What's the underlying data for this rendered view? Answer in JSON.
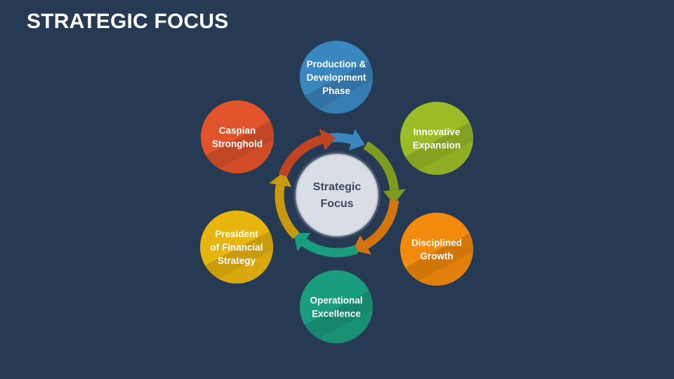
{
  "title": "STRATEGIC FOCUS",
  "center": {
    "label_lines": [
      "Strategic",
      "Focus"
    ],
    "color": "#d9dde5"
  },
  "nodes": [
    {
      "id": "production-development-phase",
      "label_lines": [
        "Production &",
        "Development",
        "Phase"
      ],
      "color": "#3a86bf"
    },
    {
      "id": "innovative-expansion",
      "label_lines": [
        "Innovative",
        "Expansion"
      ],
      "color": "#9bbb27"
    },
    {
      "id": "disciplined-growth",
      "label_lines": [
        "Disciplined",
        "Growth"
      ],
      "color": "#f28a0d"
    },
    {
      "id": "operational-excellence",
      "label_lines": [
        "Operational",
        "Excellence"
      ],
      "color": "#1a9c7e"
    },
    {
      "id": "president-of-financial-strategy",
      "label_lines": [
        "President",
        "of Financial",
        "Strategy"
      ],
      "color": "#e8b50f"
    },
    {
      "id": "caspian-stronghold",
      "label_lines": [
        "Caspian",
        "Stronghold"
      ],
      "color": "#e0532b"
    }
  ],
  "arrow_colors": [
    "#3a86bf",
    "#7f9a21",
    "#d4740c",
    "#1a9c7e",
    "#c99a10",
    "#c0441f"
  ]
}
